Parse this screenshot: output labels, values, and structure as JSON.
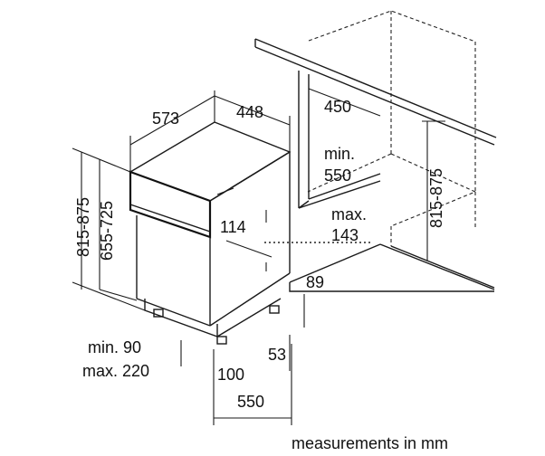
{
  "labels": {
    "width_top": "448",
    "depth_top": "573",
    "cab_depth": "450",
    "cab_min_label": "min.",
    "cab_min_value": "550",
    "height_range_left": "815-875",
    "height_range_inner": "655-725",
    "panel_height": "114",
    "max_label": "max.",
    "max_value": "143",
    "plinth": "89",
    "foot": "53",
    "plinth_min": "min. 90",
    "plinth_max": "max. 220",
    "setback": "100",
    "depth_bottom": "550",
    "height_range_right": "815-875",
    "footer": "measurements in mm"
  }
}
